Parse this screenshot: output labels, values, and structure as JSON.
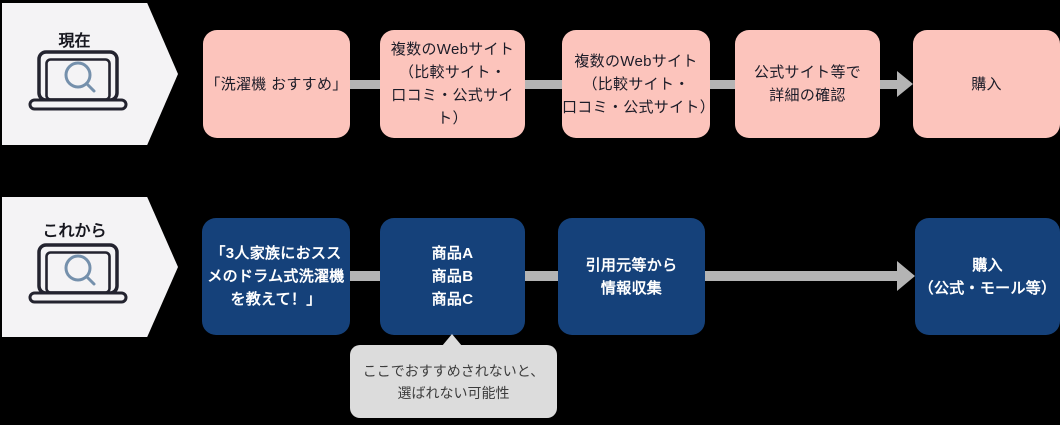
{
  "colors": {
    "background": "#000000",
    "pentagon_bg": "#f4f3f5",
    "pink_box": "#fcc4bc",
    "navy_box": "#15417a",
    "arrow_gray": "#b4b4b4",
    "callout_bg": "#dcdcdc",
    "pink_text": "#1c1c28",
    "navy_text": "#ffffff",
    "label_text": "#16161e",
    "callout_text": "#3c3c3c",
    "icon_outline": "#23232f",
    "icon_magnifier": "#7590ac"
  },
  "rows": [
    {
      "label": "現在",
      "icon": "laptop-search-icon",
      "steps": [
        {
          "text": "「洗濯機 おすすめ」"
        },
        {
          "text": "複数のWebサイト\n（比較サイト・\n口コミ・公式サイト）"
        },
        {
          "text": "複数のWebサイト\n（比較サイト・\n口コミ・公式サイト）"
        },
        {
          "text": "公式サイト等で\n詳細の確認"
        },
        {
          "text": "購入"
        }
      ]
    },
    {
      "label": "これから",
      "icon": "laptop-search-icon",
      "steps": [
        {
          "text": "「3人家族におスス\nメのドラム式洗濯機\nを教えて！」"
        },
        {
          "text": "商品A\n商品B\n商品C"
        },
        {
          "text": "引用元等から\n情報収集"
        },
        {
          "text": "購入\n（公式・モール等）"
        }
      ]
    }
  ],
  "callout": {
    "text": "ここでおすすめされないと、\n選ばれない可能性"
  }
}
